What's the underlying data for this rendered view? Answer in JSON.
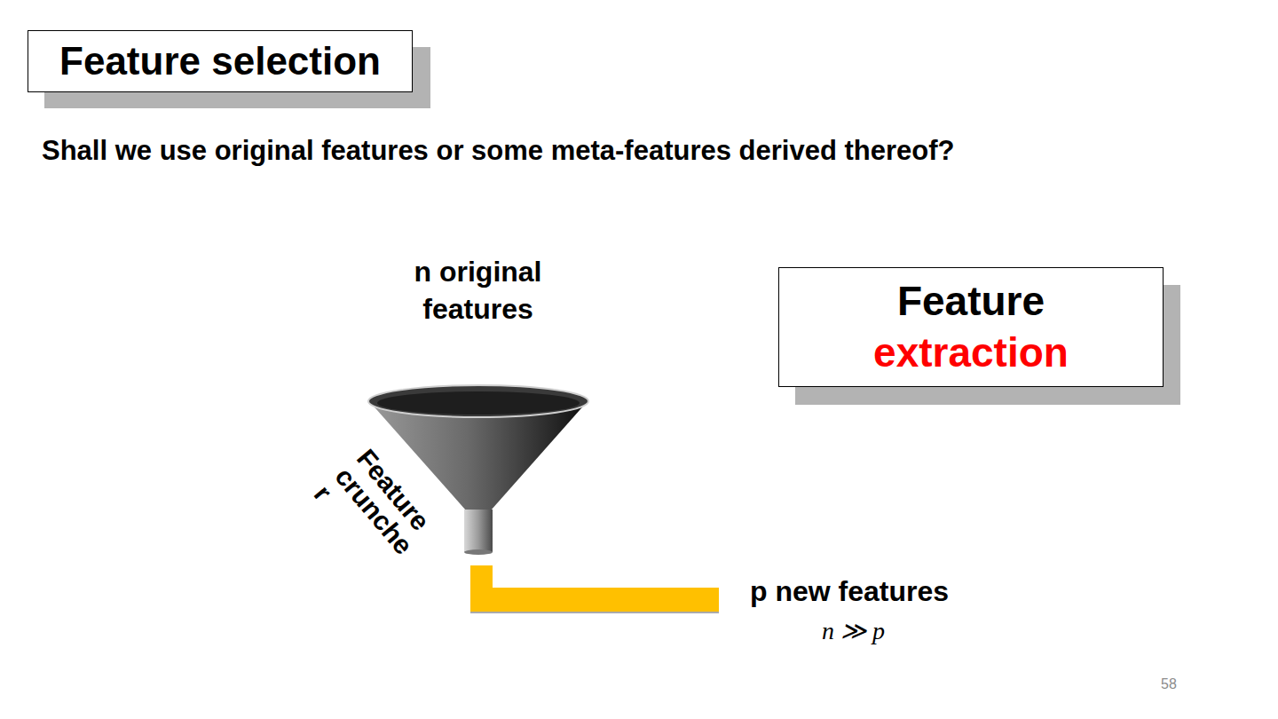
{
  "diagram": {
    "title": "Feature selection",
    "nodes": [
      {
        "text": [
          "Feature",
          "extraction"
        ]
      }
    ],
    "labels": [
      "Shall we use original features or some meta-features derived thereof?",
      "n original features",
      "Feature crunche r",
      "p new features",
      "n ≫ p",
      "58"
    ]
  }
}
